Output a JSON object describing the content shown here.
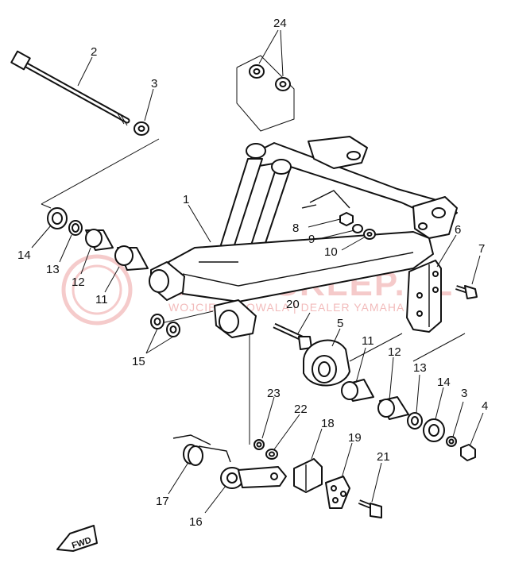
{
  "diagram": {
    "callouts": [
      {
        "id": "1",
        "label": "1"
      },
      {
        "id": "2",
        "label": "2"
      },
      {
        "id": "3a",
        "label": "3"
      },
      {
        "id": "3b",
        "label": "3"
      },
      {
        "id": "4",
        "label": "4"
      },
      {
        "id": "5",
        "label": "5"
      },
      {
        "id": "6",
        "label": "6"
      },
      {
        "id": "7",
        "label": "7"
      },
      {
        "id": "8",
        "label": "8"
      },
      {
        "id": "9",
        "label": "9"
      },
      {
        "id": "10",
        "label": "10"
      },
      {
        "id": "11a",
        "label": "11"
      },
      {
        "id": "11b",
        "label": "11"
      },
      {
        "id": "12a",
        "label": "12"
      },
      {
        "id": "12b",
        "label": "12"
      },
      {
        "id": "13a",
        "label": "13"
      },
      {
        "id": "13b",
        "label": "13"
      },
      {
        "id": "14a",
        "label": "14"
      },
      {
        "id": "14b",
        "label": "14"
      },
      {
        "id": "15",
        "label": "15"
      },
      {
        "id": "16",
        "label": "16"
      },
      {
        "id": "17",
        "label": "17"
      },
      {
        "id": "18",
        "label": "18"
      },
      {
        "id": "19",
        "label": "19"
      },
      {
        "id": "20",
        "label": "20"
      },
      {
        "id": "21",
        "label": "21"
      },
      {
        "id": "22",
        "label": "22"
      },
      {
        "id": "23",
        "label": "23"
      },
      {
        "id": "24",
        "label": "24"
      }
    ],
    "fwd_label": "FWD",
    "watermark": {
      "title": "YAMASKLEP.PL",
      "subtitle": "WOJCIECH POWALA | DEALER YAMAHA"
    }
  }
}
